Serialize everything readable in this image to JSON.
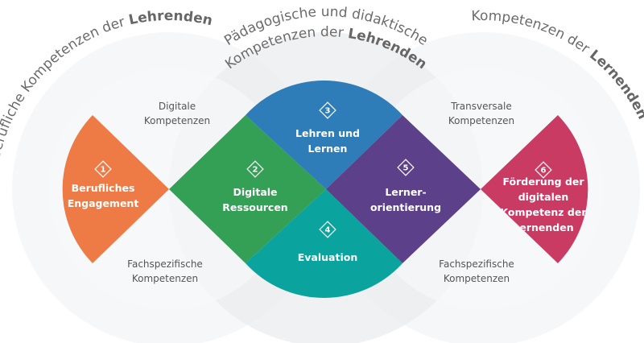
{
  "titles": {
    "left": {
      "normal": "Berufliche Kompetenzen der ",
      "bold": "Lehrenden"
    },
    "middle_line1": "Pädagogische und didaktische",
    "middle_line2": {
      "normal": "Kompetenzen der ",
      "bold": "Lehrenden"
    },
    "right": {
      "normal": "Kompetenzen der ",
      "bold": "Lernenden"
    }
  },
  "sublabels": {
    "digital": [
      "Digitale",
      "Kompetenzen"
    ],
    "transversal": [
      "Transversale",
      "Kompetenzen"
    ],
    "subject_left": [
      "Fachspezifische",
      "Kompetenzen"
    ],
    "subject_right": [
      "Fachspezifische",
      "Kompetenzen"
    ]
  },
  "areas": [
    {
      "num": "1",
      "lines": [
        "Berufliches",
        "Engagement"
      ],
      "color": "#EE7A45"
    },
    {
      "num": "2",
      "lines": [
        "Digitale",
        "Ressourcen"
      ],
      "color": "#33A055"
    },
    {
      "num": "3",
      "lines": [
        "Lehren und",
        "Lernen"
      ],
      "color": "#2E7CB8"
    },
    {
      "num": "4",
      "lines": [
        "Evaluation"
      ],
      "color": "#0AA39D"
    },
    {
      "num": "5",
      "lines": [
        "Lerner-",
        "orientierung"
      ],
      "color": "#5C418A"
    },
    {
      "num": "6",
      "lines": [
        "Förderung der",
        "digitalen",
        "Kompetenz der",
        "Lernenden"
      ],
      "color": "#C93B62"
    }
  ]
}
